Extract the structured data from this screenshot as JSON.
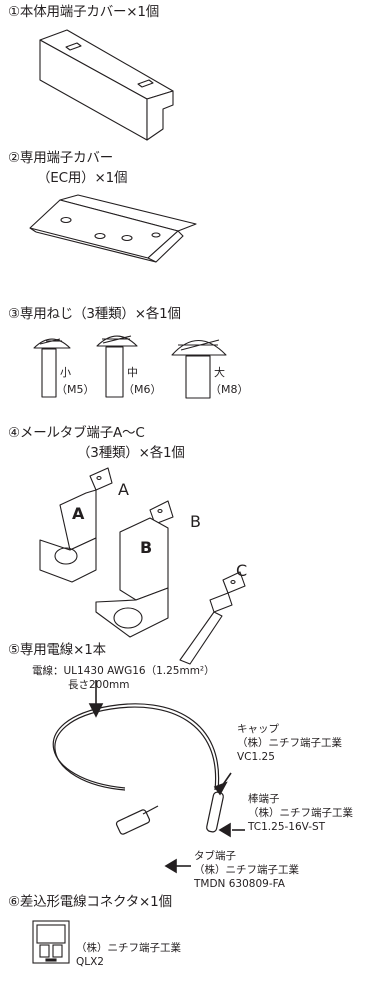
{
  "item1": {
    "heading": "①本体用端子カバー×1個"
  },
  "item2": {
    "heading_line1": "②専用端子カバー",
    "heading_line2": "（EC用）×1個"
  },
  "item3": {
    "heading": "③専用ねじ（3種類）×各1個",
    "screws": [
      {
        "size_label": "小",
        "spec": "（M5）"
      },
      {
        "size_label": "中",
        "spec": "（M6）"
      },
      {
        "size_label": "大",
        "spec": "（M8）"
      }
    ]
  },
  "item4": {
    "heading_line1": "④メールタブ端子A～C",
    "heading_line2": "（3種類）×各1個",
    "labels": {
      "a": "A",
      "b": "B",
      "c": "C",
      "stamp_a": "A",
      "stamp_b": "B"
    }
  },
  "item5": {
    "heading": "⑤専用電線×1本",
    "wire_spec": "電線：UL1430 AWG16（1.25mm²）",
    "wire_length": "長さ200mm",
    "cap": {
      "name": "キャップ",
      "maker": "（株）ニチフ端子工業",
      "model": "VC1.25"
    },
    "rod": {
      "name": "棒端子",
      "maker": "（株）ニチフ端子工業",
      "model": "TC1.25-16V-ST"
    },
    "tab": {
      "name": "タブ端子",
      "maker": "（株）ニチフ端子工業",
      "model": "TMDN 630809-FA"
    }
  },
  "item6": {
    "heading": "⑥差込形電線コネクタ×1個",
    "maker": "（株）ニチフ端子工業",
    "model": "QLX2"
  }
}
